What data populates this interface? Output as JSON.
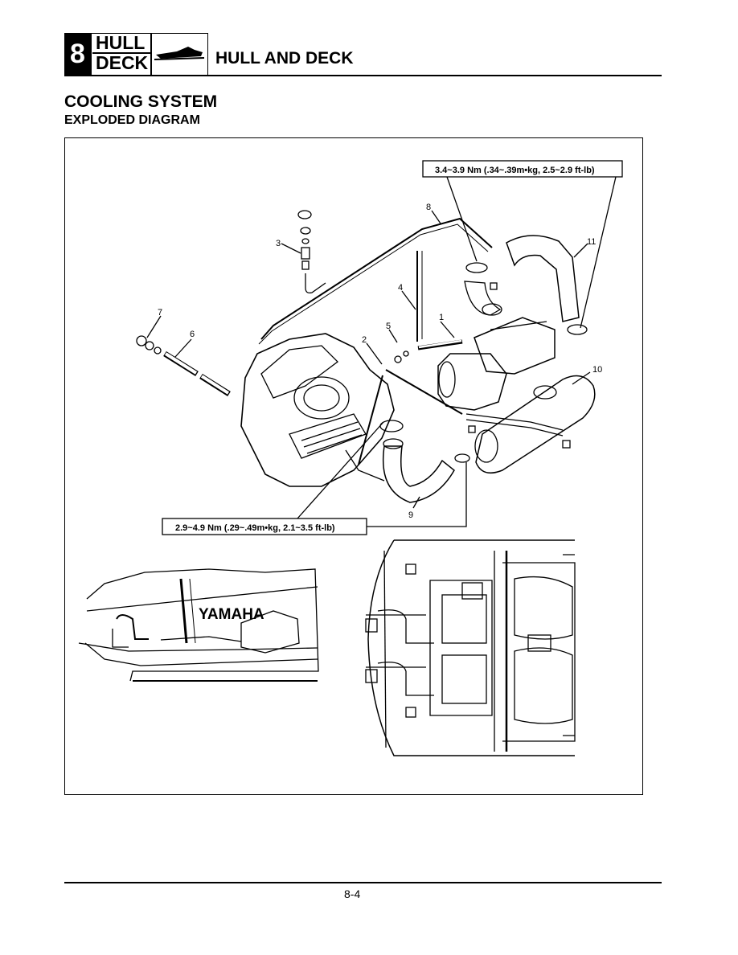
{
  "header": {
    "chapter_number": "8",
    "chapter_line1": "HULL",
    "chapter_line2": "DECK",
    "title": "HULL AND DECK"
  },
  "section": {
    "title": "COOLING SYSTEM",
    "subtitle": "EXPLODED DIAGRAM"
  },
  "diagram": {
    "torque_top": "3.4~3.9 Nm (.34~.39m•kg, 2.5~2.9 ft-lb)",
    "torque_bottom": "2.9~4.9 Nm (.29~.49m•kg, 2.1~3.5 ft-lb)",
    "callouts": [
      "1",
      "2",
      "3",
      "4",
      "5",
      "6",
      "7",
      "8",
      "9",
      "10",
      "11"
    ],
    "brand": "YAMAHA"
  },
  "footer": {
    "page_number": "8-4"
  }
}
